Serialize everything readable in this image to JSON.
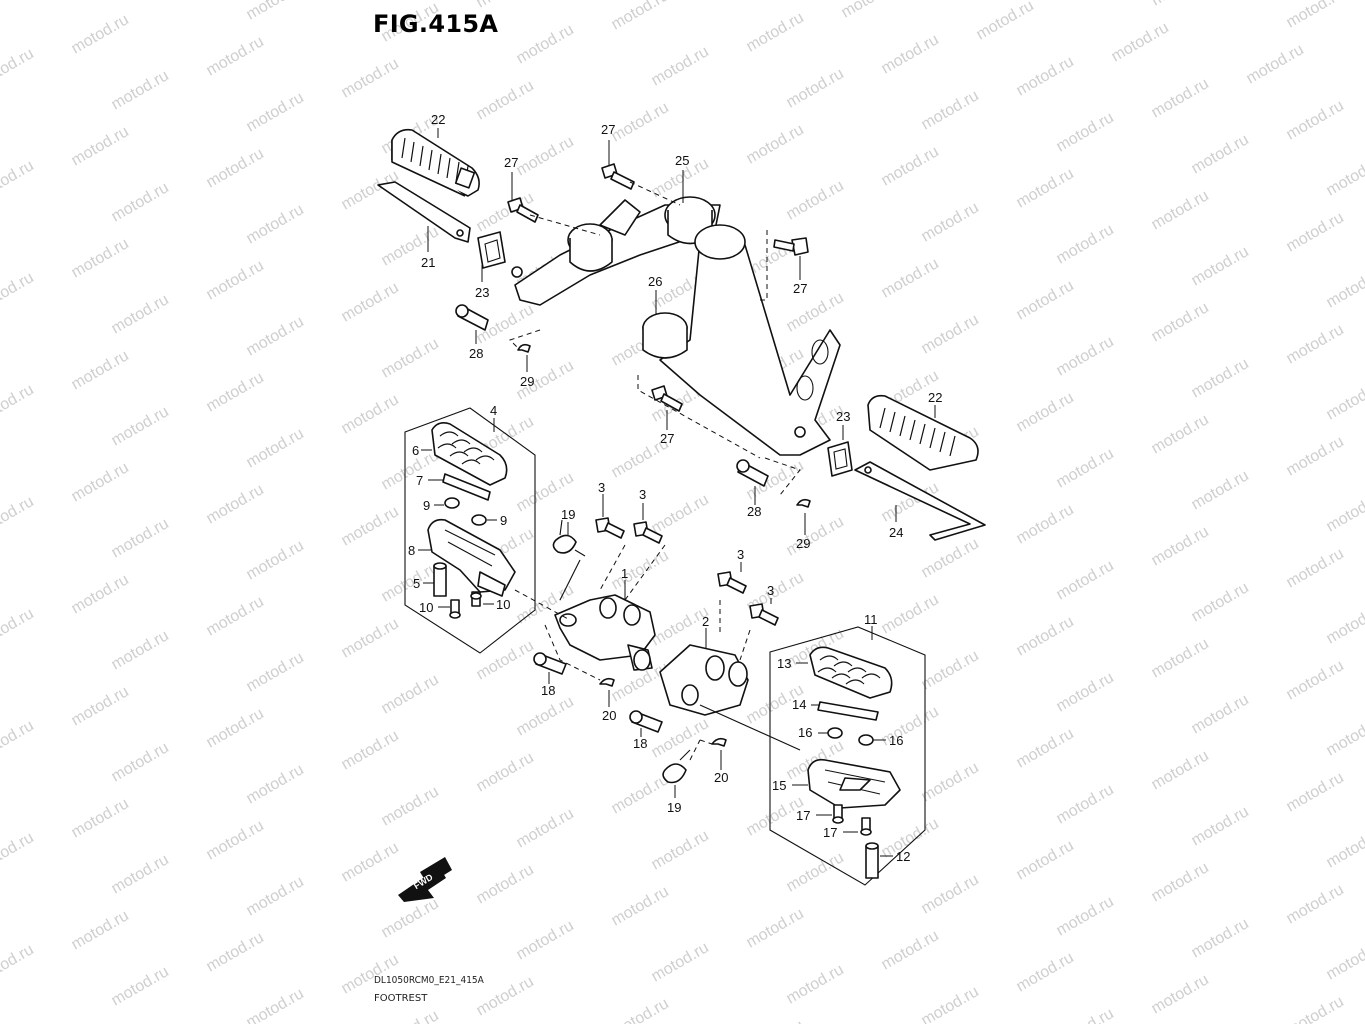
{
  "figure": {
    "title": "FIG.415A"
  },
  "footer": {
    "code": "DL1050RCM0_E21_415A",
    "name": "FOOTREST"
  },
  "watermark": {
    "text": "motod.ru"
  },
  "direction_arrow": {
    "label": "FWD"
  },
  "callouts": {
    "c1": "1",
    "c2": "2",
    "c3a": "3",
    "c3b": "3",
    "c3c": "3",
    "c3d": "3",
    "c4": "4",
    "c5": "5",
    "c6": "6",
    "c7": "7",
    "c8": "8",
    "c9a": "9",
    "c9b": "9",
    "c10a": "10",
    "c10b": "10",
    "c11": "11",
    "c12": "12",
    "c13": "13",
    "c14": "14",
    "c15": "15",
    "c16a": "16",
    "c16b": "16",
    "c17a": "17",
    "c17b": "17",
    "c18a": "18",
    "c18b": "18",
    "c19a": "19",
    "c19b": "19",
    "c20a": "20",
    "c20b": "20",
    "c21": "21",
    "c22a": "22",
    "c22b": "22",
    "c23a": "23",
    "c23b": "23",
    "c24": "24",
    "c25": "25",
    "c26": "26",
    "c27a": "27",
    "c27b": "27",
    "c27c": "27",
    "c27d": "27",
    "c28a": "28",
    "c28b": "28",
    "c29a": "29",
    "c29b": "29"
  }
}
